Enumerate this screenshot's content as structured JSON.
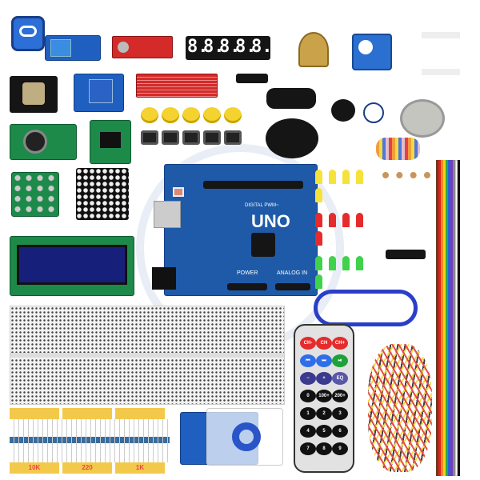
{
  "seven_segment": {
    "digits": [
      "8.",
      "8.",
      "8.",
      "8.",
      "8."
    ]
  },
  "uno_board": {
    "model": "UNO",
    "digital_label": "DIGITAL PWM~",
    "power_label": "POWER",
    "analog_label": "ANALOG IN"
  },
  "remote": {
    "buttons": [
      "CH-",
      "CH",
      "CH+",
      "⏮",
      "⏭",
      "⏯",
      "−",
      "+",
      "EQ",
      "0",
      "100+",
      "200+",
      "1",
      "2",
      "3",
      "4",
      "5",
      "6",
      "7",
      "8",
      "9"
    ],
    "colors": [
      "#e52b2b",
      "#e52b2b",
      "#e52b2b",
      "#2f6ee8",
      "#2f6ee8",
      "#1fa13a",
      "#3b3a8f",
      "#3b3a8f",
      "#5a56a8",
      "#111",
      "#111",
      "#111",
      "#111",
      "#111",
      "#111",
      "#111",
      "#111",
      "#111",
      "#111",
      "#111",
      "#111"
    ]
  },
  "resistors": [
    {
      "label": "10K"
    },
    {
      "label": "220"
    },
    {
      "label": "1K"
    }
  ],
  "ribbon_colors": [
    "#6b3a1e",
    "#e02020",
    "#f08a1a",
    "#f2d21a",
    "#2aa84a",
    "#2a5fd8",
    "#7a3ab8",
    "#888888",
    "#ffffff",
    "#111111"
  ]
}
